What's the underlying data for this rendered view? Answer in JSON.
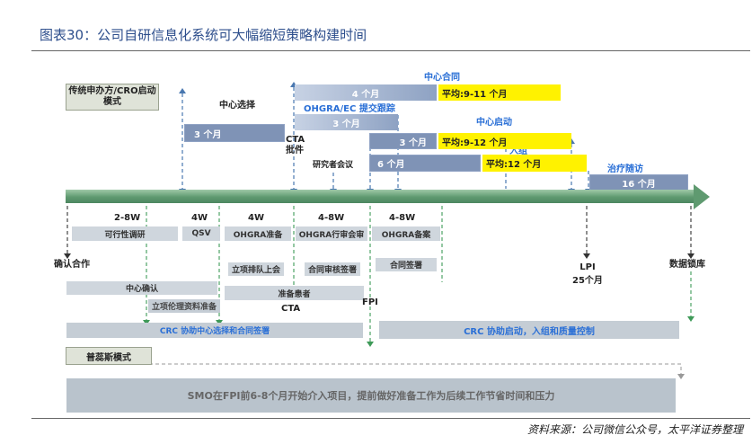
{
  "page_title": "图表30：公司自研信息化系统可大幅缩短策略构建时间",
  "source": "资料来源：公司微信公众号，太平洋证券整理",
  "top_section": {
    "mode": "传统申办方/CRO启动模式",
    "labels": {
      "center_select": "中心选择",
      "center_contract": "中心合同",
      "center_start": "中心启动",
      "enrollment": "入组",
      "treatment_followup": "治疗随访",
      "ohgra_ec": "OHGRA/EC 提交跟踪",
      "cta_approval": "CTA\n批件",
      "investigator_meeting": "研究者会议",
      "lpi": "LPI\n25个月",
      "db_lock": "数据锁库",
      "confirm_coop": "确认合作"
    },
    "bars": {
      "select_3m": "3 个月",
      "contract_4m": "4 个月",
      "ohgra_3m": "3 个月",
      "start_3m": "3 个月",
      "enroll_6m": "6 个月",
      "followup_16m": "16 个月"
    },
    "averages": {
      "contract": "平均:9-11 个月",
      "start": "平均:9-12 个月",
      "enroll": "平均:12 个月"
    }
  },
  "phases": [
    {
      "duration": "2-8W",
      "task": "可行性调研"
    },
    {
      "duration": "4W",
      "task": "QSV"
    },
    {
      "duration": "4W",
      "task": "OHGRA准备"
    },
    {
      "duration": "4-8W",
      "task": "OHGRA行审会审"
    },
    {
      "duration": "4-8W",
      "task": "OHGRA备案"
    }
  ],
  "sub_tasks": {
    "project_meeting": "立项排队上会",
    "contract_review": "合同审核签署",
    "contract_sign": "合同签署",
    "center_approval": "中心确认",
    "ethics_prep": "立项伦理资料准备",
    "patient_prep": "准备患者",
    "cta": "CTA",
    "fpi": "FPI",
    "crc_left": "CRC 协助中心选择和合同签署",
    "crc_right": "CRC 协助启动，入组和质量控制"
  },
  "bottom_section": {
    "mode": "普蕊斯模式",
    "note": "SMO在FPI前6-8个月开始介入项目，提前做好准备工作为后续工作节省时间和压力"
  },
  "colors": {
    "timeline_green": "#5f9a70",
    "bar_blue": "#7f93b6",
    "highlight_yellow": "#fff200",
    "label_blue": "#2a6fd6",
    "gray_box": "#cfd6dd"
  }
}
